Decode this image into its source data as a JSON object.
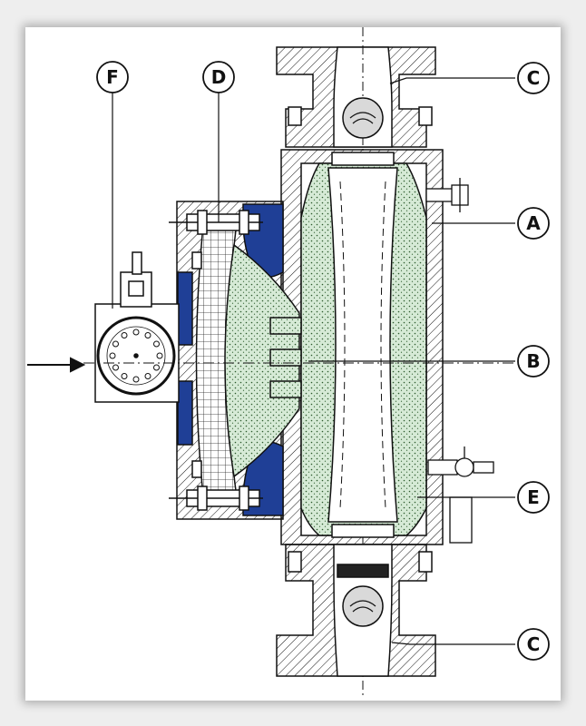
{
  "labels": {
    "A": "A",
    "B": "B",
    "C_top": "C",
    "C_bottom": "C",
    "D": "D",
    "E": "E",
    "F": "F"
  },
  "colors": {
    "background": "#eeeeee",
    "paper": "#ffffff",
    "line": "#111111",
    "blue": "#1f3f96",
    "green": "#d6ead6",
    "grey": "#d9d9d9"
  }
}
